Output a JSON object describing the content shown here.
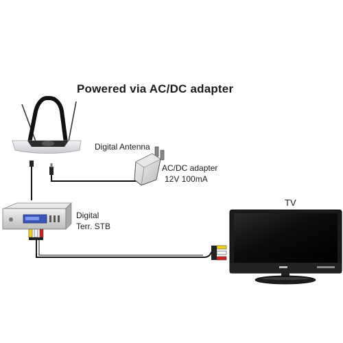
{
  "title": "Powered  via AC/DC adapter",
  "labels": {
    "antenna": "Digital Antenna",
    "adapter_line1": "AC/DC adapter",
    "adapter_line2": "12V 100mA",
    "stb_line1": "Digital",
    "stb_line2": "Terr. STB",
    "tv": "TV"
  },
  "colors": {
    "cable": "#111111",
    "tv_body": "#1a1a1a",
    "screen": "#0b0b0b",
    "antenna_base": "#e9e9ec",
    "antenna_loop": "#111111",
    "stb_body": "#dcdcdc",
    "stb_display": "#3a55b8",
    "rca_yellow": "#f2d21b",
    "rca_white": "#f4f4f4",
    "rca_red": "#d22020"
  }
}
